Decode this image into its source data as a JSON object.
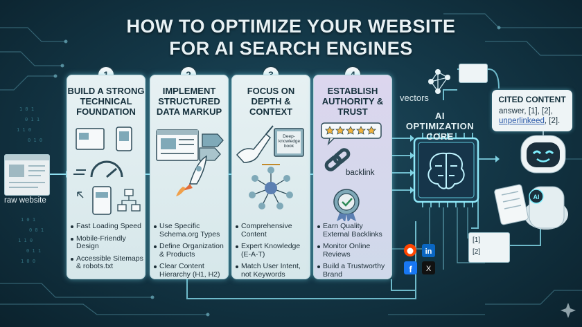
{
  "title": {
    "line1": "HOW TO OPTIMIZE YOUR WEBSITE",
    "line2": "FOR AI SEARCH ENGINES"
  },
  "input": {
    "label": "raw website"
  },
  "steps": [
    {
      "number": "1",
      "title": "BUILD A STRONG TECHNICAL FOUNDATION",
      "bullets": [
        "Fast Loading Speed",
        "Mobile-Friendly Design",
        "Accessible Sitemaps & robots.txt"
      ]
    },
    {
      "number": "2",
      "title": "IMPLEMENT STRUCTURED DATA MARKUP",
      "bullets": [
        "Use Specific Schema.org Types",
        "Define Organization & Products",
        "Clear Content Hierarchy (H1, H2)"
      ]
    },
    {
      "number": "3",
      "title": "FOCUS ON DEPTH & CONTEXT",
      "book_label": "Deep-knowledge book",
      "bullets": [
        "Comprehensive Content",
        "Expert Knowledge (E-A-T)",
        "Match User Intent, not Keywords"
      ]
    },
    {
      "number": "4",
      "title": "ESTABLISH AUTHORITY & TRUST",
      "backlink_label": "backlink",
      "bullets": [
        "Earn Quality External Backlinks",
        "Monitor Online Reviews",
        "Build a Trustworthy Brand"
      ]
    }
  ],
  "core": {
    "vectors_label": "vectors",
    "title": "AI OPTIMIZATION CORE"
  },
  "output": {
    "heading": "CITED CONTENT",
    "line1": "answer, [1], [2],",
    "line2_link": "unperlinkeed",
    "line2_rest": ", [2].",
    "robot_badge": "AI",
    "ref1": "[1]",
    "ref2": "[2]"
  },
  "social": {
    "icons": [
      "reddit-icon",
      "linkedin-icon",
      "facebook-icon",
      "x-icon"
    ],
    "linkedin": "in",
    "facebook": "f",
    "x": "X"
  },
  "colors": {
    "background": "#143848",
    "card": "#e3eff2",
    "card4": "#d8d4ec",
    "glow": "#7fe3f5",
    "text_dark": "#15303c"
  }
}
